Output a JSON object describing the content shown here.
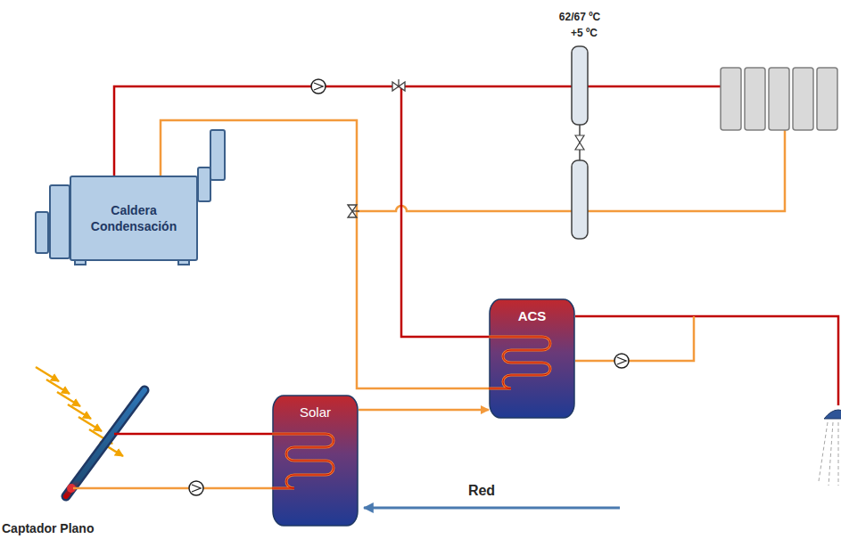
{
  "diagram": {
    "nodes": [
      {
        "text": [
          "Caldera Condensación"
        ]
      },
      {
        "text": [
          "ACS"
        ]
      },
      {
        "text": [
          "Solar"
        ]
      },
      {
        "text": [
          "Captador Plano"
        ]
      }
    ],
    "edges": [
      {
        "from": 0,
        "to": 1,
        "arrow": "none"
      },
      {
        "from": 1,
        "to": 0,
        "arrow": "none"
      },
      {
        "from": 3,
        "to": 2,
        "arrow": "none"
      },
      {
        "from": 2,
        "to": 3,
        "arrow": "none"
      },
      {
        "from": 2,
        "to": 1,
        "arrow": "to"
      }
    ],
    "labels": [
      "62/67 ºC",
      "+5 ºC",
      "Red"
    ]
  }
}
